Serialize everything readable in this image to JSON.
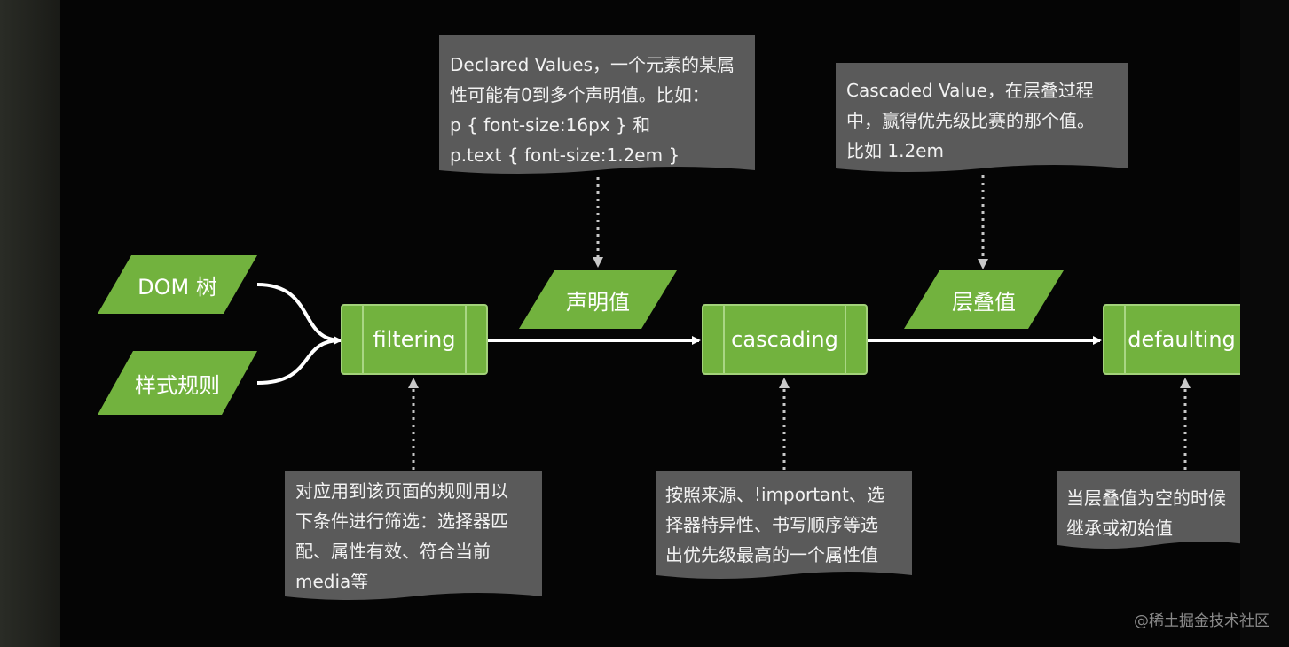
{
  "inputs": {
    "dom": "DOM 树",
    "style_rules": "样式规则"
  },
  "processes": {
    "filtering": "filtering",
    "cascading": "cascading",
    "defaulting": "defaulting"
  },
  "values": {
    "declared": "声明值",
    "cascaded": "层叠值"
  },
  "notes": {
    "declared_lines": [
      "Declared Values，一个元素的某属",
      "性可能有0到多个声明值。比如：",
      "p { font-size:16px } 和",
      "p.text { font-size:1.2em }"
    ],
    "cascaded_lines": [
      "Cascaded Value，在层叠过程",
      "中，赢得优先级比赛的那个值。",
      "比如 1.2em"
    ],
    "filtering_lines": [
      "对应用到该页面的规则用以",
      "下条件进行筛选：选择器匹",
      "配、属性有效、符合当前",
      "media等"
    ],
    "cascading_line1": "按照来源、!important、选",
    "cascading_line2": "择器特异性、书写顺序等选",
    "cascading_line3_pre": "出优先级最高的",
    "cascading_line3_hl": "一个",
    "cascading_line3_post": "属性值",
    "defaulting_lines": [
      "当层叠值为空的时候",
      "继承或初始值"
    ]
  },
  "watermark": "@稀土掘金技术社区",
  "colors": {
    "green": "#72b23e",
    "note_bg": "#5a5a5a",
    "arrow": "#ffffff",
    "dotted": "#c8c8c8",
    "highlight": "#ff9090"
  }
}
